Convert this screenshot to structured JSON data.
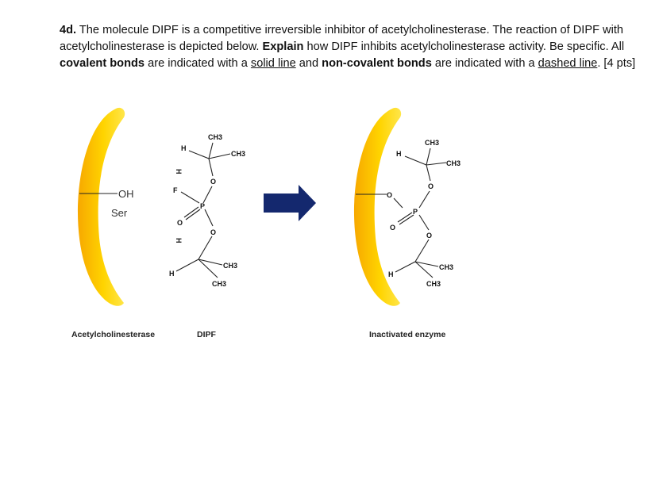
{
  "question": {
    "number": "4d.",
    "intro": " The molecule DIPF is a competitive irreversible inhibitor of acetylcholinesterase. The reaction of DIPF with acetylcholinesterase is depicted below. ",
    "explain": "Explain",
    "mid1": " how DIPF inhibits acetylcholinesterase activity. Be specific. All ",
    "covalent": "covalent bonds",
    "mid2": " are indicated with a ",
    "solid_line": "solid line",
    "mid3": " and ",
    "noncovalent": "non-covalent bonds",
    "mid4": " are indicated with a ",
    "dashed_line": "dashed line",
    "end": ".  [4 pts]"
  },
  "figure": {
    "left_enzyme": {
      "oh": "OH",
      "ser": "Ser",
      "caption": "Acetylcholinesterase"
    },
    "dipf": {
      "ch3_top": "CH3",
      "h_top": "H",
      "ch3_right_top": "CH3",
      "o_upper": "O",
      "f": "F",
      "p": "P",
      "o_double": "O",
      "o_lower": "O",
      "h_bottom": "H",
      "ch3_right_bottom": "CH3",
      "ch3_bottom": "CH3",
      "h_left_side": "H",
      "h_left_lower": "H",
      "caption": "DIPF"
    },
    "product": {
      "ch3_top": "CH3",
      "h_top": "H",
      "ch3_right_top": "CH3",
      "o_upper": "O",
      "o_ser": "O",
      "p": "P",
      "o_double": "O",
      "o_lower": "O",
      "h_bottom": "H",
      "ch3_right_bottom": "CH3",
      "ch3_bottom": "CH3",
      "caption": "Inactivated enzyme"
    },
    "colors": {
      "enzyme_yellow": "#ffd400",
      "enzyme_orange": "#f7a800",
      "arrow": "#14286e"
    }
  }
}
